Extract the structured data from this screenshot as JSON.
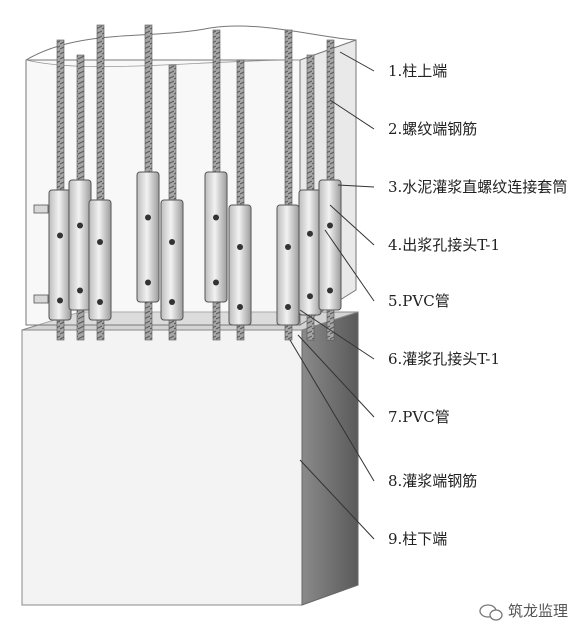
{
  "labels": [
    {
      "num": "1.",
      "text": "柱上端"
    },
    {
      "num": "2.",
      "text": "螺纹端钢筋"
    },
    {
      "num": "3.",
      "text": "水泥灌浆直螺纹连接套筒"
    },
    {
      "num": "4.",
      "text": "出浆孔接头T-1"
    },
    {
      "num": "5.",
      "text": "PVC管"
    },
    {
      "num": "6.",
      "text": "灌浆孔接头T-1"
    },
    {
      "num": "7.",
      "text": "PVC管"
    },
    {
      "num": "8.",
      "text": "灌浆端钢筋"
    },
    {
      "num": "9.",
      "text": "柱下端"
    }
  ],
  "watermark": {
    "icon": "wechat-icon",
    "text": "筑龙监理"
  },
  "colors": {
    "steel": "#9a9a9a",
    "sleeve": "#cfcfcf",
    "column": "#f2f2f2",
    "column_side": "#6e6e6e",
    "leader": "#333333"
  }
}
